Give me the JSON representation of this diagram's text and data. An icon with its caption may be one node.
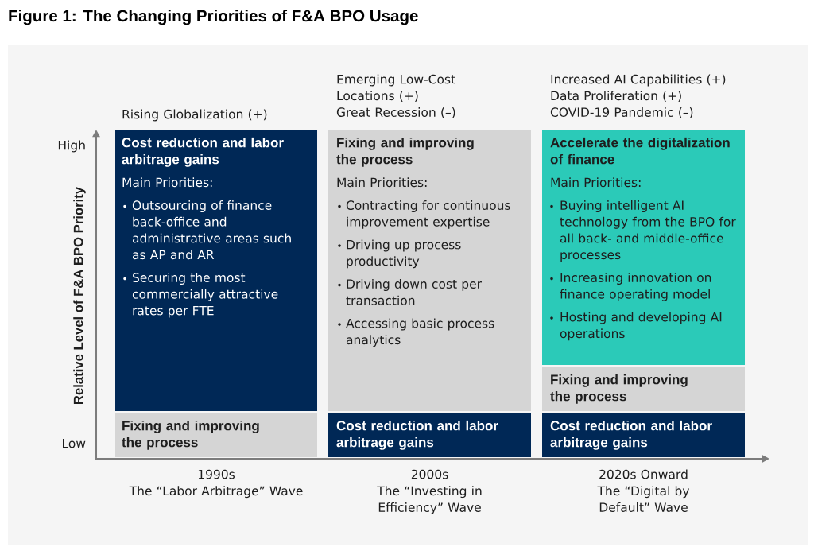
{
  "diagram": {
    "title": "Figure 1: The Changing Priorities of F&A BPO Usage",
    "nodes": [
      {
        "text": [
          "Cost reduction and labor arbitrage gains",
          "Main Priorities:",
          "Outsourcing of finance back-office and administrative areas such as AP and AR",
          "Securing the most commercially attractive rates per FTE"
        ],
        "beside": [
          "Rising Globalization (+)"
        ]
      },
      {
        "text": [
          "Fixing and improving the process"
        ]
      },
      {
        "text": [
          "Fixing and improving the process",
          "Main Priorities:",
          "Contracting for continuous improvement expertise",
          "Driving up process productivity",
          "Driving down cost per transaction",
          "Accessing basic process analytics"
        ],
        "beside": [
          "Emerging Low-Cost Locations (+)",
          "Great Recession (–)"
        ]
      },
      {
        "text": [
          "Cost reduction and labor arbitrage gains"
        ]
      },
      {
        "text": [
          "Accelerate the digitalization of finance",
          "Main Priorities:",
          "Buying intelligent AI technology from the BPO for all back- and middle-office processes",
          "Increasing innovation on finance operating model",
          "Hosting and developing AI operations"
        ],
        "beside": [
          "Increased AI Capabilities (+)",
          "Data Proliferation (+)",
          "COVID-19 Pandemic (–)"
        ]
      },
      {
        "text": [
          "Fixing and improving the process"
        ]
      },
      {
        "text": [
          "Cost reduction and labor arbitrage gains"
        ]
      }
    ],
    "labels": [
      "High",
      "Relative Level of F&A BPO Priority",
      "Low",
      "1990s",
      "The “Labor Arbitrage” Wave",
      "2000s",
      "The “Investing in Efficiency” Wave",
      "2020s Onward",
      "The “Digital by Default” Wave"
    ]
  }
}
